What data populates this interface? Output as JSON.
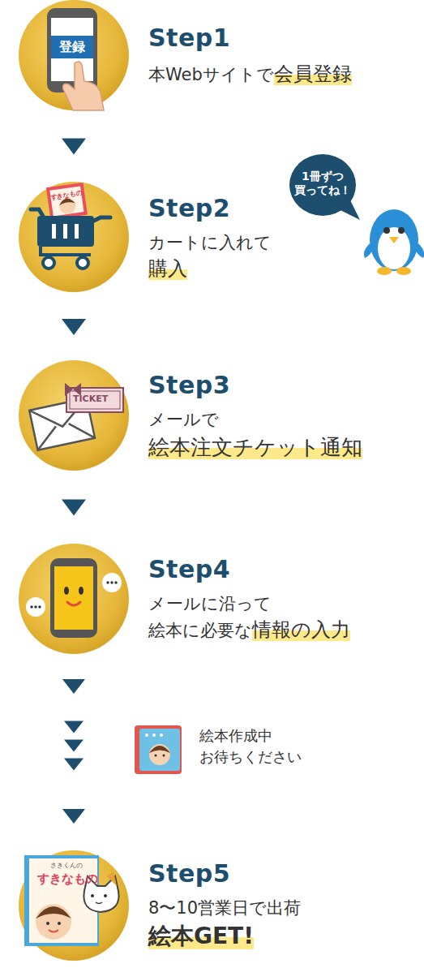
{
  "diagram": {
    "nodes": [
      {
        "text": [
          "Step1",
          "本Webサイトで",
          "会員登録"
        ]
      },
      {
        "text": [
          "Step2",
          "カートに入れて",
          "購入"
        ]
      },
      {
        "text": [
          "1冊ずつ 買ってね！"
        ]
      },
      {
        "text": [
          "Step3",
          "メールで",
          "絵本注文チケット通知"
        ]
      },
      {
        "text": [
          "Step4",
          "メールに沿って",
          "絵本に必要な",
          "情報の入力"
        ]
      },
      {
        "text": [
          "Step5",
          "8〜10営業日で出荷",
          "絵本GET!"
        ]
      }
    ],
    "edges": [
      {
        "from": 0,
        "to": 1,
        "arrow": "to"
      },
      {
        "from": 1,
        "to": 3,
        "arrow": "to"
      },
      {
        "from": 3,
        "to": 4,
        "arrow": "to"
      },
      {
        "from": 4,
        "to": 5,
        "arrow": "to"
      }
    ],
    "labels": [
      "登録",
      "すきなもの",
      "TICKET",
      "絵本作成中 お待ちください",
      "さきくんの",
      "すきなもの"
    ]
  }
}
